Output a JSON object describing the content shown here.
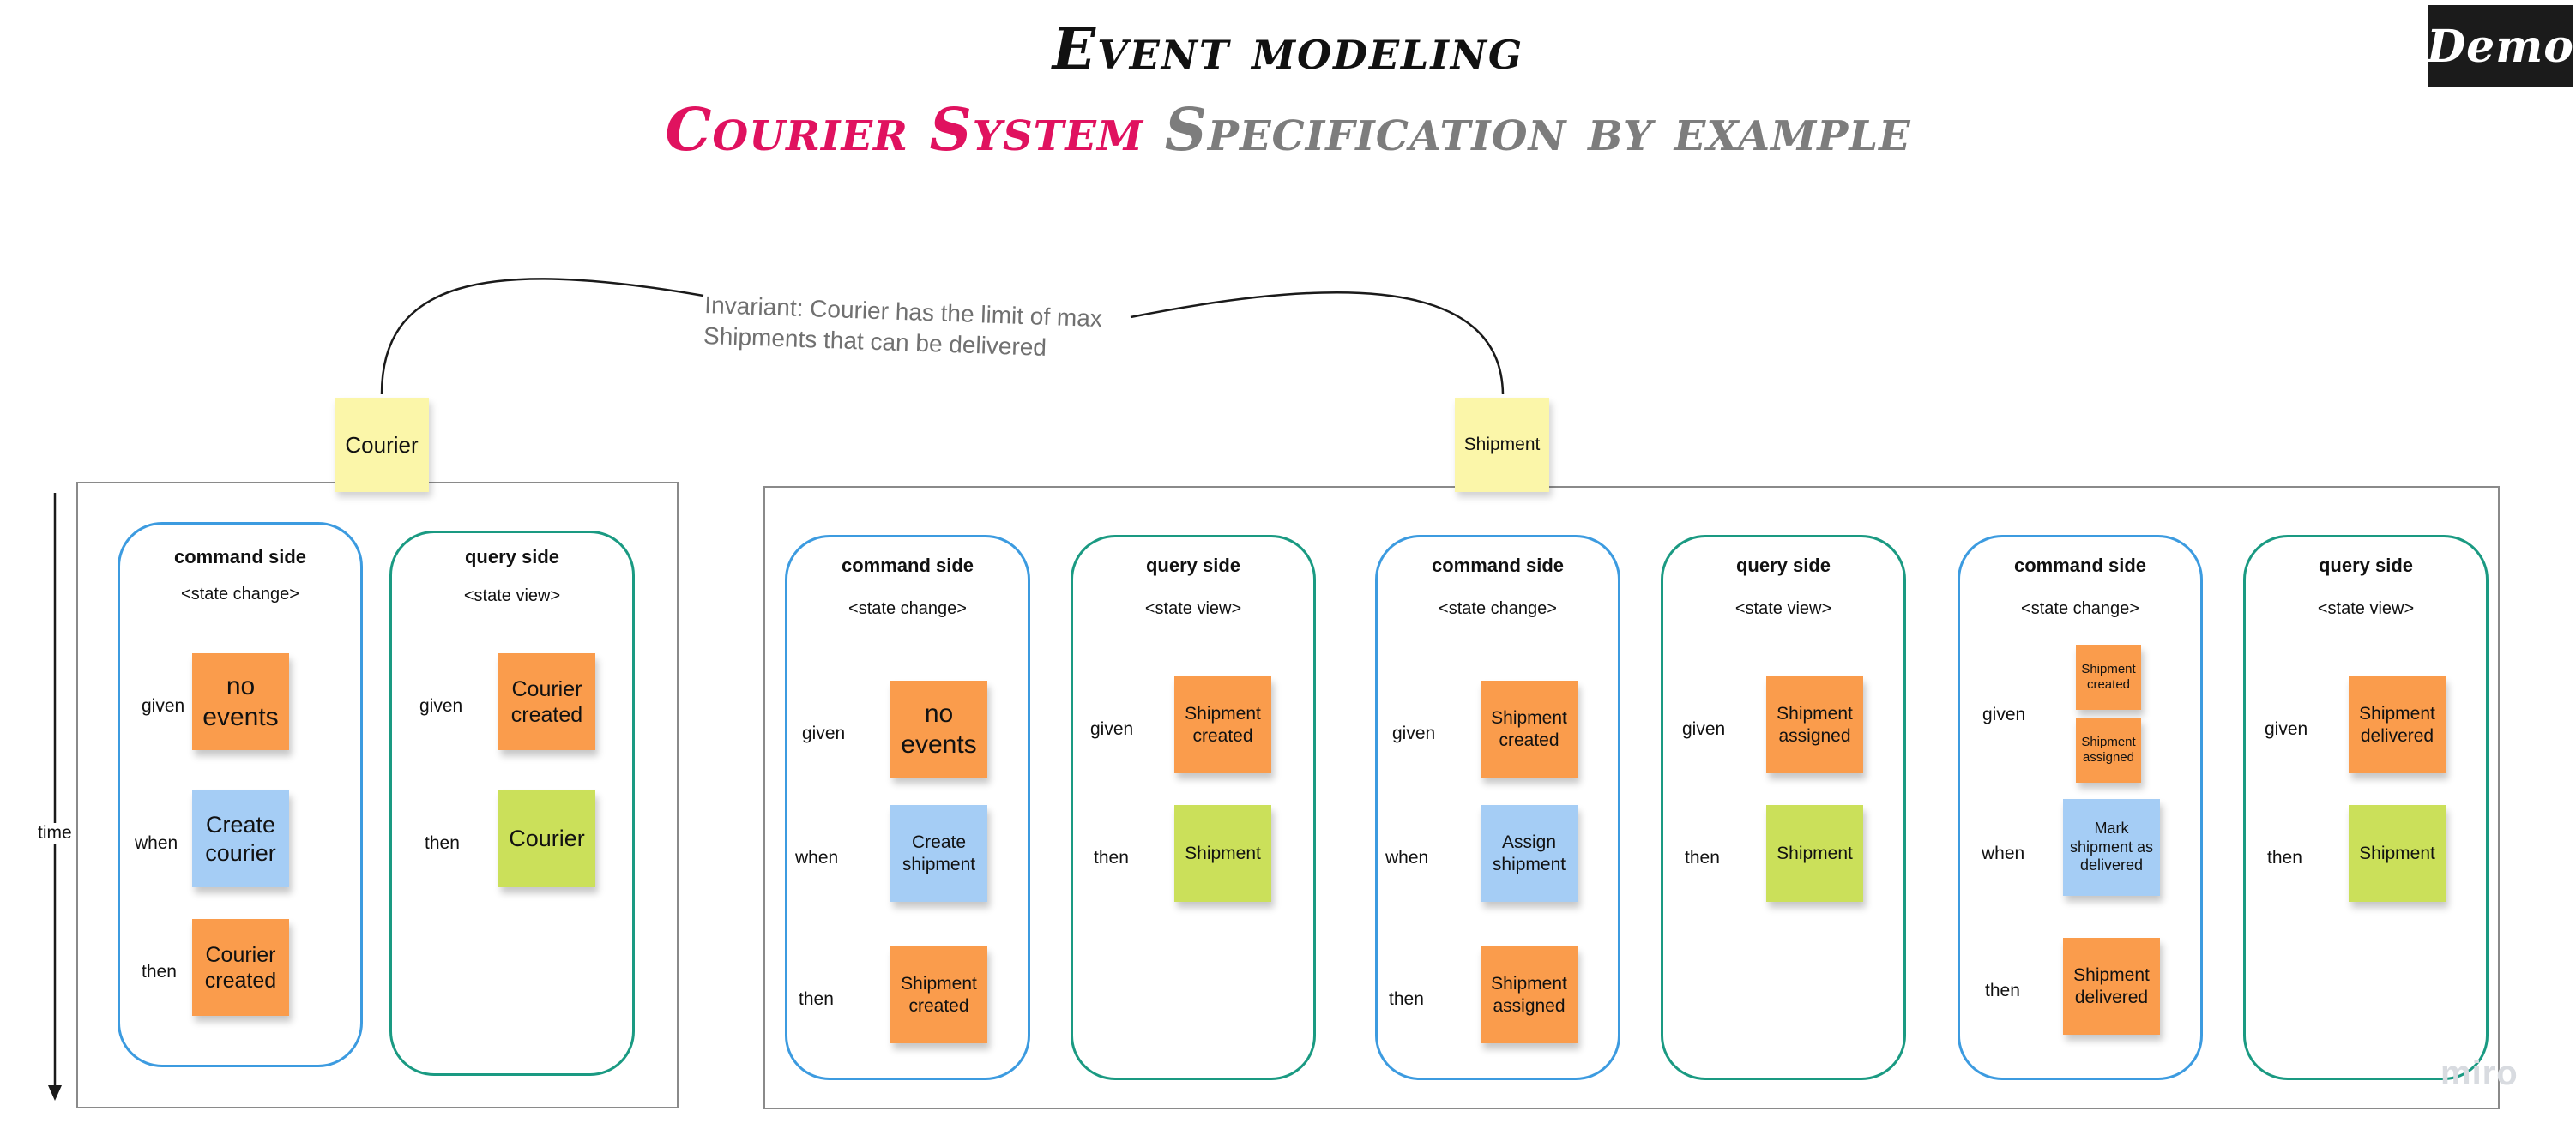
{
  "header": {
    "title": "Event modeling",
    "subtitle_accent": "Courier System",
    "subtitle_rest": "Specification by example",
    "badge": "Demo"
  },
  "invariant": {
    "line1": "Invariant: Courier has the limit of max",
    "line2": "Shipments that can be delivered"
  },
  "axis": {
    "label": "time"
  },
  "watermark": "miro",
  "aggregates": {
    "courier": "Courier",
    "shipment": "Shipment"
  },
  "courier_frame": {
    "command": {
      "head": "command side",
      "sub": "<state change>",
      "given_label": "given",
      "given": "no events",
      "when_label": "when",
      "when": "Create courier",
      "then_label": "then",
      "then": "Courier created"
    },
    "query": {
      "head": "query side",
      "sub": "<state view>",
      "given_label": "given",
      "given": "Courier created",
      "then_label": "then",
      "then": "Courier"
    }
  },
  "shipment_frame": {
    "cmd1": {
      "head": "command side",
      "sub": "<state change>",
      "given_label": "given",
      "given": "no events",
      "when_label": "when",
      "when": "Create shipment",
      "then_label": "then",
      "then": "Shipment created"
    },
    "qry1": {
      "head": "query side",
      "sub": "<state view>",
      "given_label": "given",
      "given": "Shipment created",
      "then_label": "then",
      "then": "Shipment"
    },
    "cmd2": {
      "head": "command side",
      "sub": "<state change>",
      "given_label": "given",
      "given": "Shipment created",
      "when_label": "when",
      "when": "Assign shipment",
      "then_label": "then",
      "then": "Shipment assigned"
    },
    "qry2": {
      "head": "query side",
      "sub": "<state view>",
      "given_label": "given",
      "given": "Shipment assigned",
      "then_label": "then",
      "then": "Shipment"
    },
    "cmd3": {
      "head": "command side",
      "sub": "<state change>",
      "given_label": "given",
      "given_a": "Shipment created",
      "given_b": "Shipment assigned",
      "when_label": "when",
      "when": "Mark shipment as delivered",
      "then_label": "then",
      "then": "Shipment delivered"
    },
    "qry3": {
      "head": "query side",
      "sub": "<state view>",
      "given_label": "given",
      "given": "Shipment delivered",
      "then_label": "then",
      "then": "Shipment"
    }
  }
}
